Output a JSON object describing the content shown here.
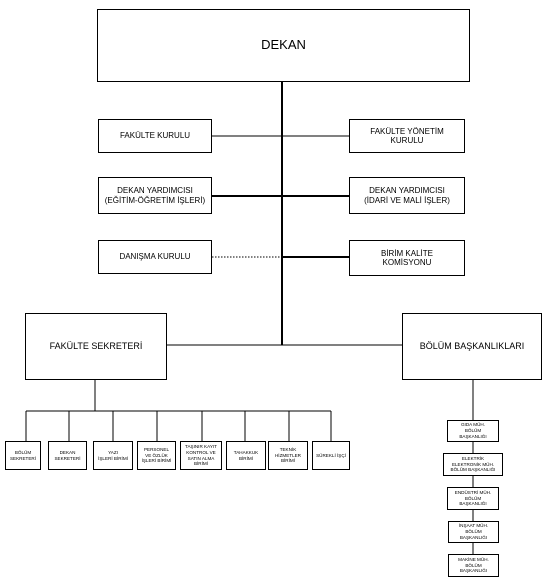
{
  "chart": {
    "root": "DEKAN",
    "left_column": [
      "FAKÜLTE KURULU",
      "DEKAN YARDIMCISI\n(EĞİTİM-ÖĞRETİM İŞLERİ)",
      "DANIŞMA KURULU"
    ],
    "right_column": [
      "FAKÜLTE YÖNETİM\nKURULU",
      "DEKAN YARDIMCISI\n(İDARİ VE MALİ İŞLER)",
      "BİRİM KALİTE\nKOMİSYONU"
    ],
    "secretary": "FAKÜLTE SEKRETERİ",
    "department_heads": "BÖLÜM BAŞKANLIKLARI",
    "secretary_units": [
      "BÖLÜM\nSEKRETERİ",
      "DEKAN\nSEKRETERİ",
      "YAZI\nİŞLERİ BİRİMİ",
      "PERSONEL\nVE ÖZLÜK\nİŞLERİ BİRİMİ",
      "TAŞINIR KAYIT\nKONTROL VE\nSATIN ALMA BİRİMİ",
      "TAHAKKUK\nBİRİMİ",
      "TEKNİK\nHİZMETLER\nBİRİMİ",
      "SÜREKLİ İŞÇİ"
    ],
    "departments": [
      "GIDA MÜH.\nBÖLÜM\nBAŞKANLIĞI",
      "ELEKTRİK\nELEKTRONİK MÜH.\nBÖLÜM BAŞKANLIĞI",
      "ENDÜSTRİ MÜH.\nBÖLÜM\nBAŞKANLIĞI",
      "İNŞAAT MÜH.\nBÖLÜM\nBAŞKANLIĞI",
      "MAKİNE MÜH.\nBÖLÜM\nBAŞKANLIĞI"
    ]
  }
}
